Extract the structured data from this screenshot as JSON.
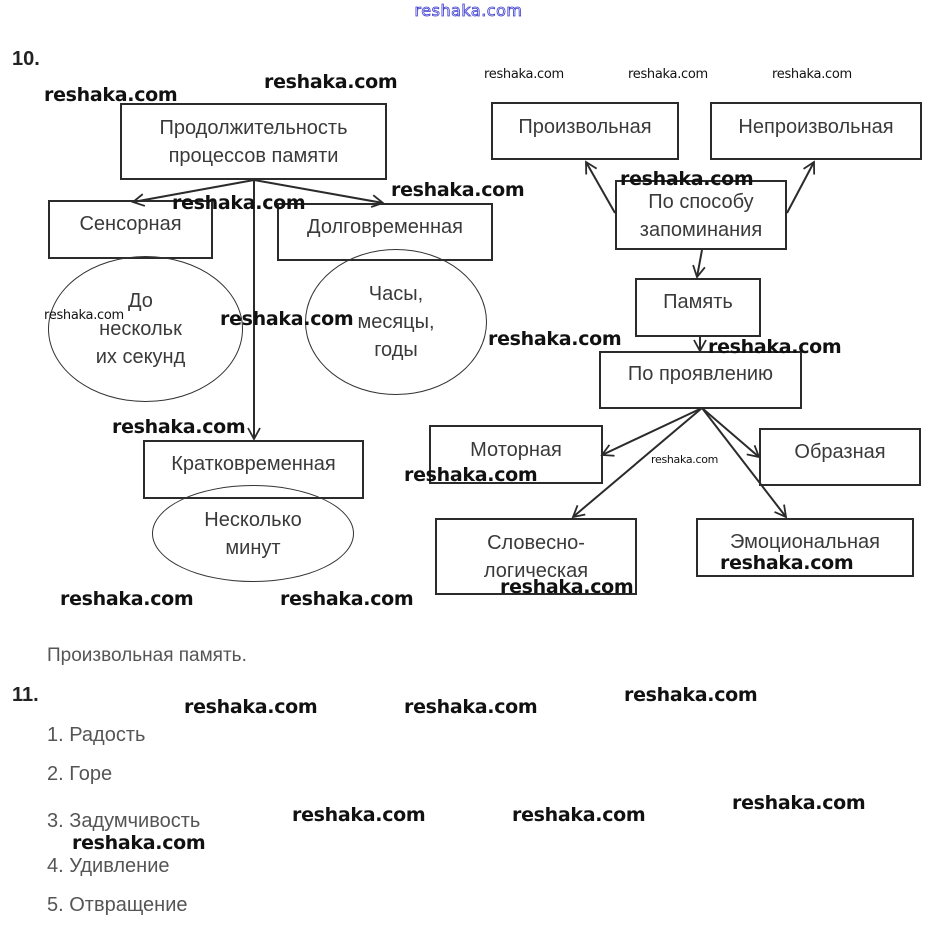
{
  "header_watermark": "reshaka.com",
  "watermark_text": "reshaka.com",
  "task10": {
    "number": "10.",
    "diagram_left": {
      "root": {
        "line1": "Продолжительность",
        "line2": "процессов памяти"
      },
      "nodes": [
        {
          "label": "Сенсорная",
          "duration": [
            "До",
            "нескольк",
            "их секунд"
          ]
        },
        {
          "label": "Долговременная",
          "duration": [
            "Часы,",
            "месяцы,",
            "годы"
          ]
        },
        {
          "label": "Кратковременная",
          "duration": [
            "Несколько",
            "минут"
          ]
        }
      ]
    },
    "diagram_right": {
      "center": "Память",
      "by_method": {
        "line1": "По способу",
        "line2": "запоминания"
      },
      "by_method_children": [
        "Произвольная",
        "Непроизвольная"
      ],
      "by_manifestation": "По проявлению",
      "by_manifestation_children": {
        "motor": "Моторная",
        "figurative": "Образная",
        "verbal": {
          "line1": "Словесно-",
          "line2": "логическая"
        },
        "emotional": "Эмоциональная"
      }
    },
    "answer": "Произвольная память."
  },
  "task11": {
    "number": "11.",
    "items": [
      "1. Радость",
      "2. Горе",
      "3. Задумчивость",
      "4. Удивление",
      "5. Отвращение"
    ]
  }
}
